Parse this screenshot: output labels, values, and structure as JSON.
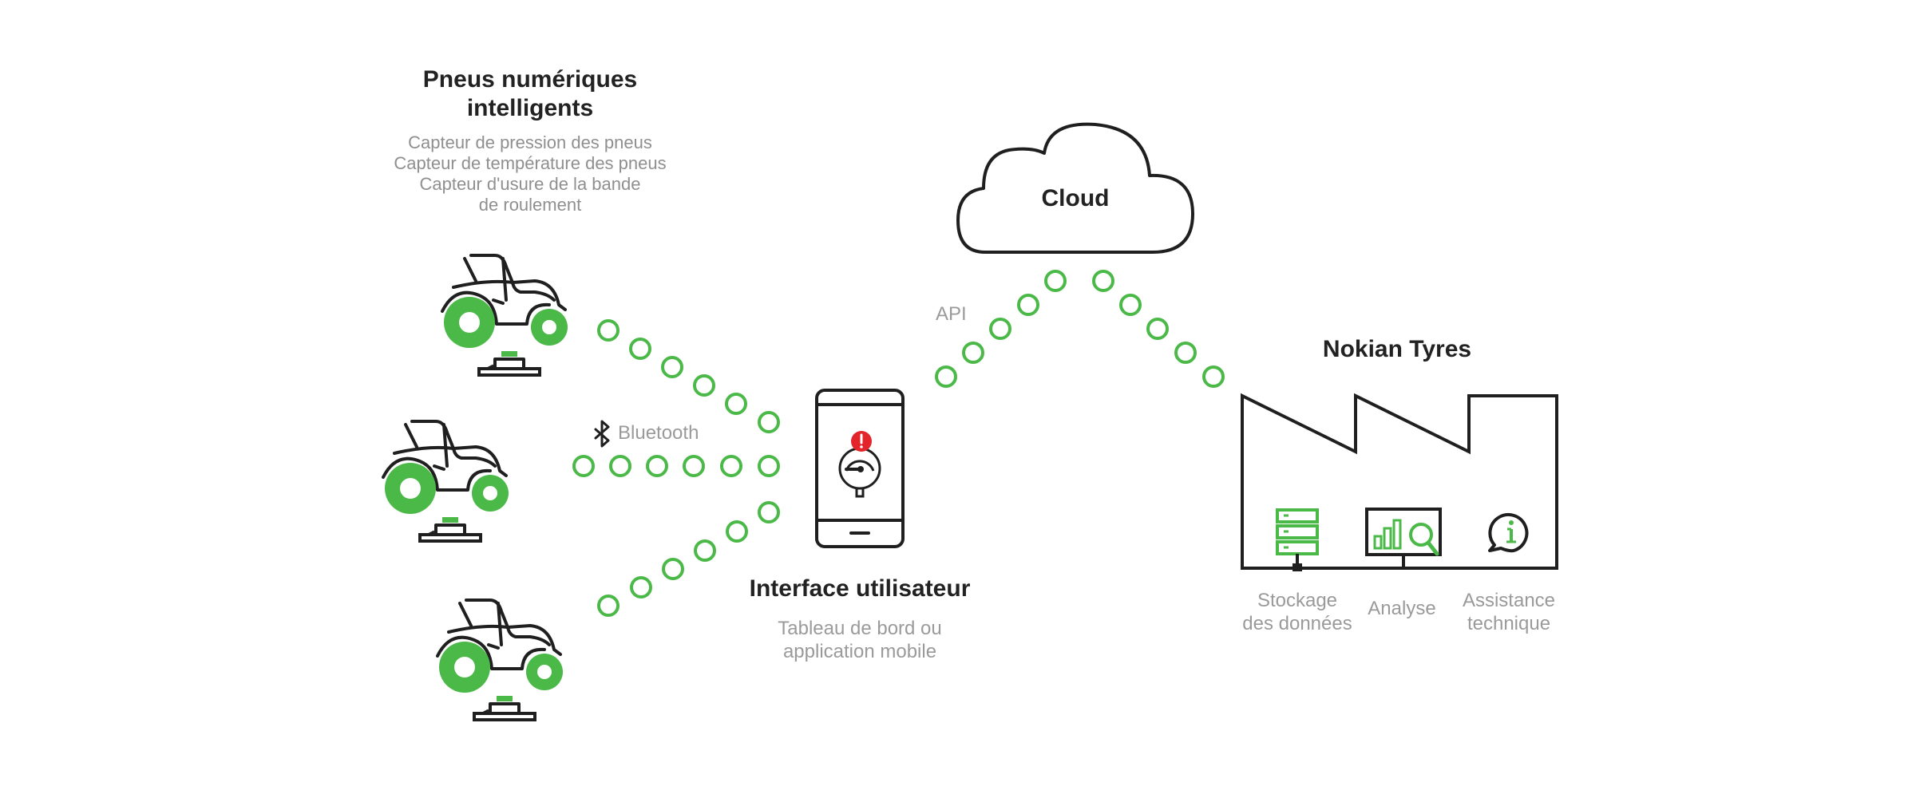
{
  "colors": {
    "accent_green": "#4bb948",
    "outline_dark": "#1f1f1f",
    "text_dark": "#222222",
    "text_gray": "#999999",
    "alert_red": "#e3242b"
  },
  "tires_section": {
    "title_line1": "Pneus numériques",
    "title_line2": "intelligents",
    "features": [
      "Capteur de pression des pneus",
      "Capteur de température des pneus",
      "Capteur d'usure de la bande",
      "de roulement"
    ]
  },
  "connections": {
    "bluetooth_label": "Bluetooth",
    "api_label": "API"
  },
  "cloud": {
    "label": "Cloud"
  },
  "user_interface": {
    "title": "Interface utilisateur",
    "subtitle_line1": "Tableau de bord ou",
    "subtitle_line2": "application mobile"
  },
  "nokian": {
    "title": "Nokian Tyres",
    "services": [
      {
        "line1": "Stockage",
        "line2": "des données",
        "icon": "server-icon"
      },
      {
        "line1": "Analyse",
        "line2": "",
        "icon": "analytics-monitor-icon"
      },
      {
        "line1": "Assistance",
        "line2": "technique",
        "icon": "info-chat-icon"
      }
    ]
  }
}
